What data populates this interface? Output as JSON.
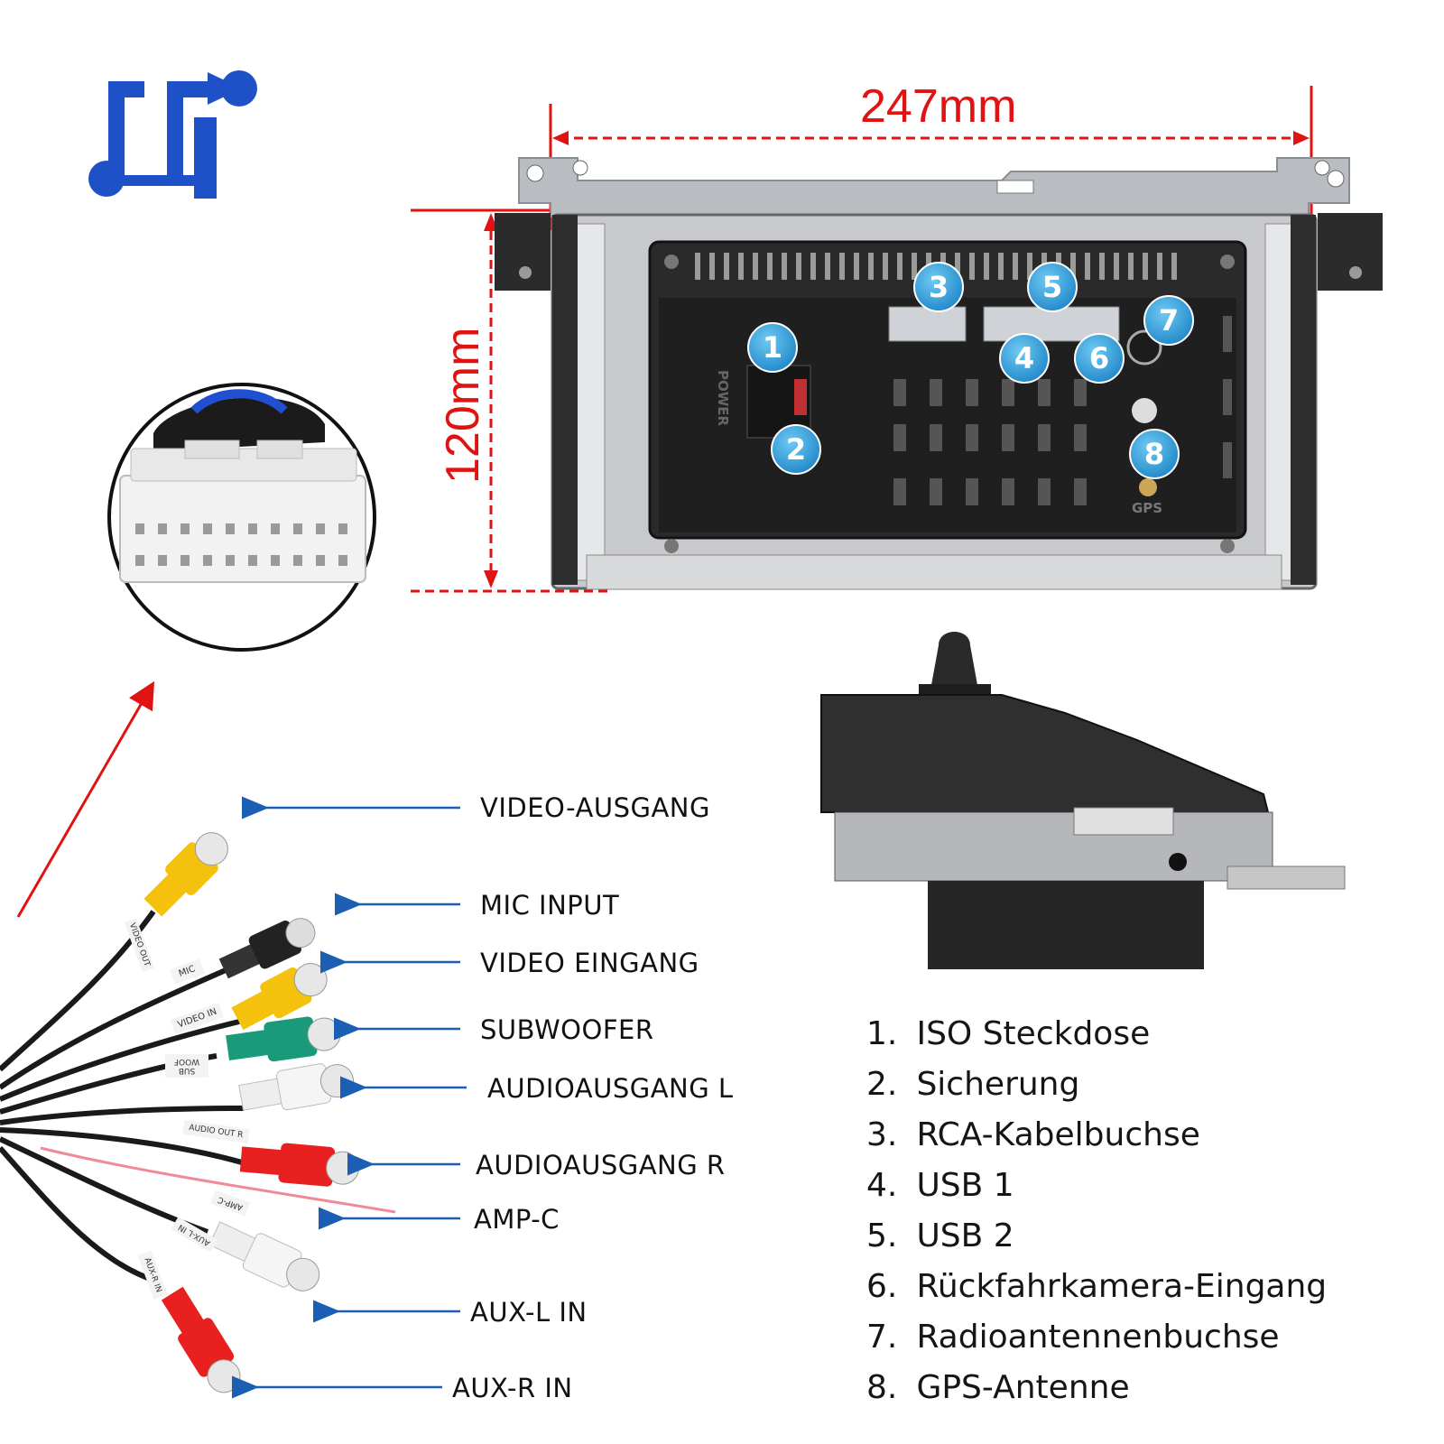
{
  "dimensions": {
    "width": "247mm",
    "height": "120mm"
  },
  "panel_text": {
    "power": "POWER",
    "gps": "GPS"
  },
  "markers": [
    "1",
    "2",
    "3",
    "4",
    "5",
    "6",
    "7",
    "8"
  ],
  "cables": [
    {
      "label": "VIDEO-AUSGANG",
      "tag": "VIDEO OUT",
      "color": "#f4c20d"
    },
    {
      "label": "MIC INPUT",
      "tag": "MIC",
      "color": "#2a2a2a"
    },
    {
      "label": "VIDEO EINGANG",
      "tag": "VIDEO IN",
      "color": "#f4c20d"
    },
    {
      "label": "SUBWOOFER",
      "tag": "SUB WOOF",
      "color": "#1a9a7a"
    },
    {
      "label": "AUDIOAUSGANG L",
      "tag": "",
      "color": "#ececec"
    },
    {
      "label": "AUDIOAUSGANG R",
      "tag": "AUDIO OUT R",
      "color": "#e82020"
    },
    {
      "label": "AMP-C",
      "tag": "AMP-C",
      "color": "#f0a0a8"
    },
    {
      "label": "AUX-L IN",
      "tag": "AUX-L IN",
      "color": "#ececec"
    },
    {
      "label": "AUX-R IN",
      "tag": "AUX-R IN",
      "color": "#e82020"
    }
  ],
  "legend": [
    {
      "num": "1.",
      "text": "ISO Steckdose"
    },
    {
      "num": "2.",
      "text": "Sicherung"
    },
    {
      "num": "3.",
      "text": "RCA-Kabelbuchse"
    },
    {
      "num": "4.",
      "text": "USB 1"
    },
    {
      "num": "5.",
      "text": "USB 2"
    },
    {
      "num": "6.",
      "text": "Rückfahrkamera-Eingang"
    },
    {
      "num": "7.",
      "text": "Radioantennenbuchse"
    },
    {
      "num": "8.",
      "text": "GPS-Antenne"
    }
  ],
  "colors": {
    "dimension_red": "#e01212",
    "arrow_blue": "#1a5fb4",
    "marker_blue": "#3aa8e0",
    "logo_blue": "#1e50c8"
  }
}
